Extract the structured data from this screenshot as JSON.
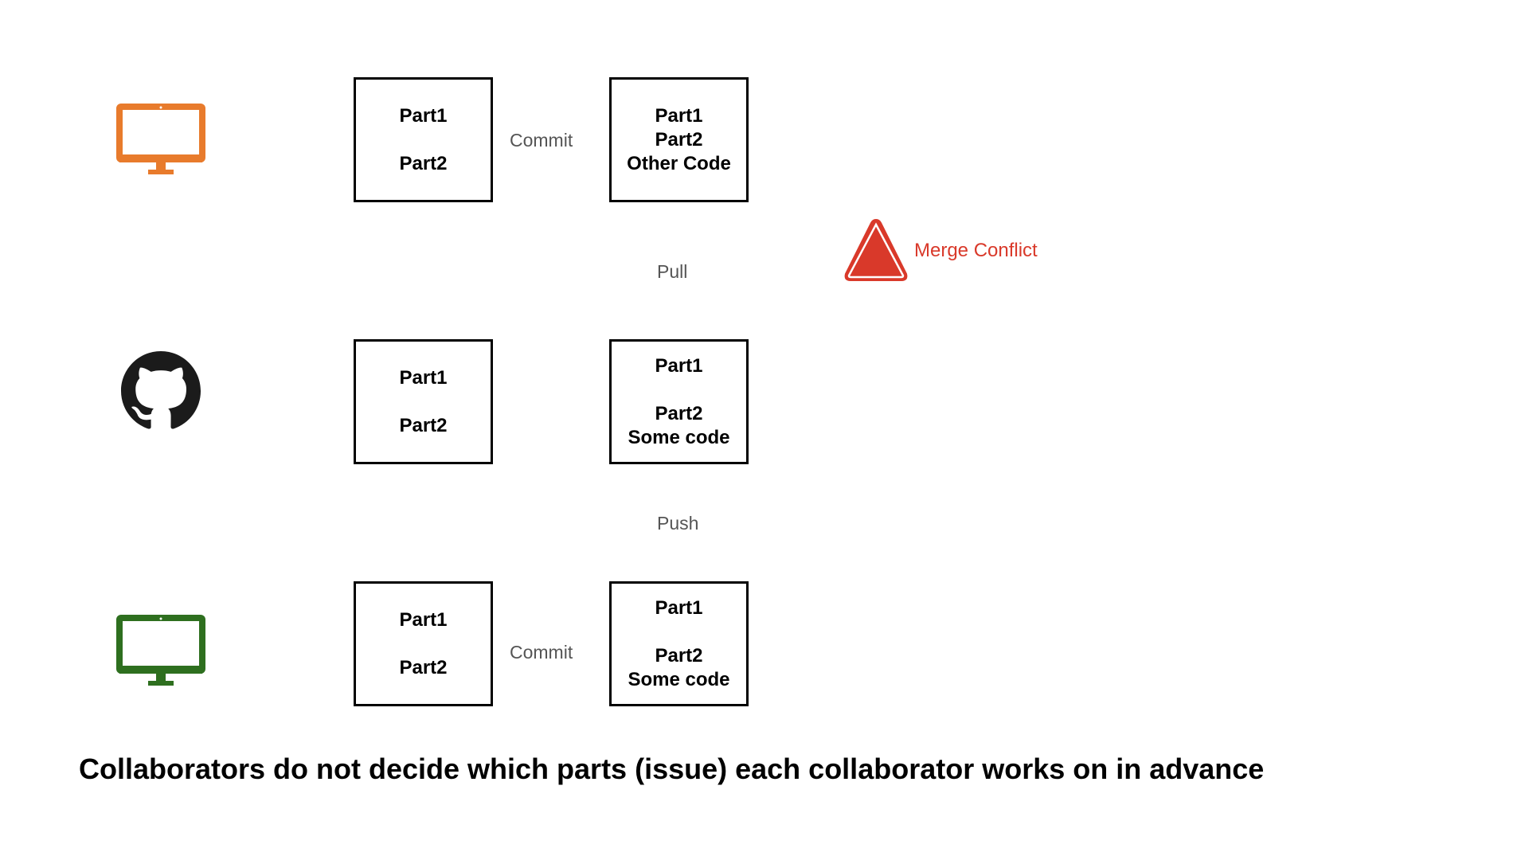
{
  "rows": {
    "top": {
      "monitor_color": "#e87b2c",
      "box_before": [
        "Part1",
        "",
        "Part2"
      ],
      "box_after": [
        "Part1",
        "Part2",
        "Other Code"
      ],
      "op": "Commit"
    },
    "middle": {
      "box_before": [
        "Part1",
        "",
        "Part2"
      ],
      "box_after": [
        "Part1",
        "",
        "Part2",
        "Some code"
      ]
    },
    "bottom": {
      "monitor_color": "#2e6f1f",
      "box_before": [
        "Part1",
        "",
        "Part2"
      ],
      "box_after": [
        "Part1",
        "",
        "Part2",
        "Some code"
      ],
      "op": "Commit"
    }
  },
  "pull_label": "Pull",
  "push_label": "Push",
  "warning": {
    "label": "Merge Conflict",
    "color": "#d9392a",
    "icon": "warning-triangle-icon"
  },
  "caption": "Collaborators do not decide which parts (issue) each collaborator works on in advance",
  "icons": {
    "top": "monitor-icon",
    "middle": "github-icon",
    "bottom": "monitor-icon"
  }
}
